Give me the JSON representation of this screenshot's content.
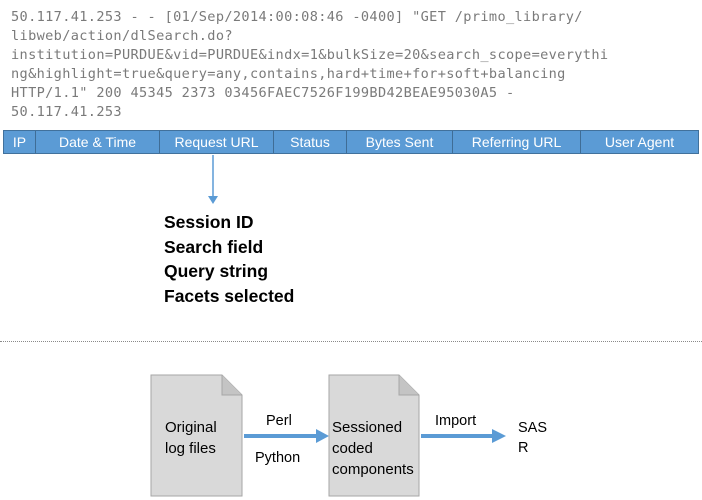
{
  "log_record": {
    "lines": [
      "50.117.41.253 - - [01/Sep/2014:00:08:46 -0400] \"GET /primo_library/",
      "libweb/action/dlSearch.do?",
      "institution=PURDUE&vid=PURDUE&indx=1&bulkSize=20&search_scope=everythi",
      "ng&highlight=true&query=any,contains,hard+time+for+soft+balancing",
      "HTTP/1.1\" 200 45345 2373 03456FAEC7526F199BD42BEAE95030A5 -",
      "50.117.41.253"
    ]
  },
  "fields": [
    {
      "label": "IP"
    },
    {
      "label": "Date & Time"
    },
    {
      "label": "Request URL"
    },
    {
      "label": "Status"
    },
    {
      "label": "Bytes Sent"
    },
    {
      "label": "Referring URL"
    },
    {
      "label": "User Agent"
    }
  ],
  "request_url_components": [
    "Session ID",
    "Search field",
    "Query string",
    "Facets selected"
  ],
  "pipeline": {
    "source_doc": {
      "lines": [
        "Original",
        "log files"
      ]
    },
    "step1": {
      "top_label": "Perl",
      "bottom_label": "Python"
    },
    "middle_doc": {
      "lines": [
        "Sessioned",
        "coded",
        "components"
      ]
    },
    "step2": {
      "label": "Import"
    },
    "targets": [
      "SAS",
      "R"
    ]
  },
  "colors": {
    "field_bar": "#5b9bd5",
    "arrow": "#5b9bd5",
    "document": "#d9d9d9",
    "log_text": "#7a7a7a"
  }
}
